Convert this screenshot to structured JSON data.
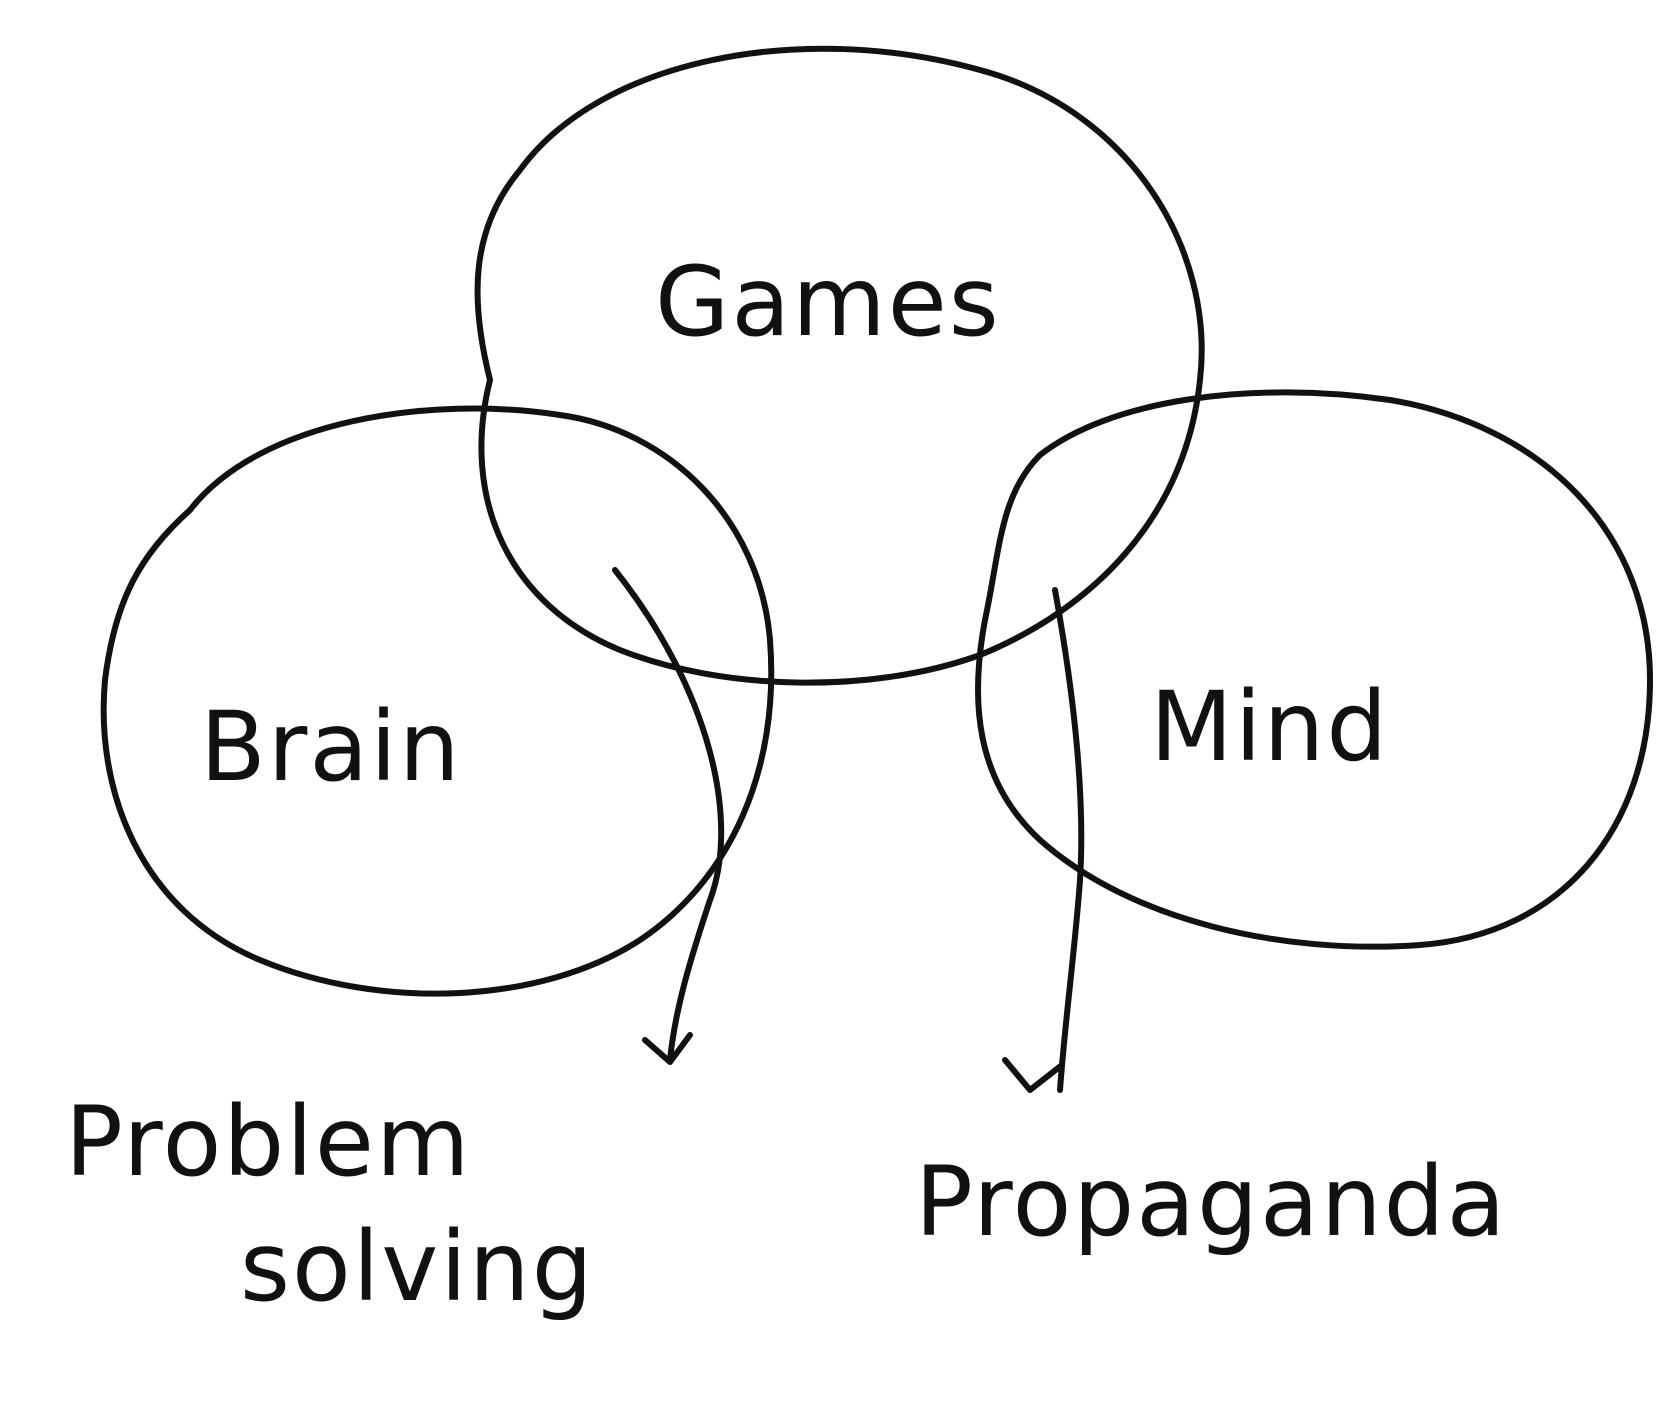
{
  "diagram": {
    "type": "venn",
    "circles": [
      {
        "id": "games",
        "label": "Games"
      },
      {
        "id": "brain",
        "label": "Brain"
      },
      {
        "id": "mind",
        "label": "Mind"
      }
    ],
    "intersections": [
      {
        "between": [
          "games",
          "brain"
        ],
        "label_lines": [
          "Problem",
          "solving"
        ]
      },
      {
        "between": [
          "games",
          "mind"
        ],
        "label": "Propaganda"
      }
    ]
  },
  "colors": {
    "ink": "#111111",
    "background": "#ffffff"
  }
}
